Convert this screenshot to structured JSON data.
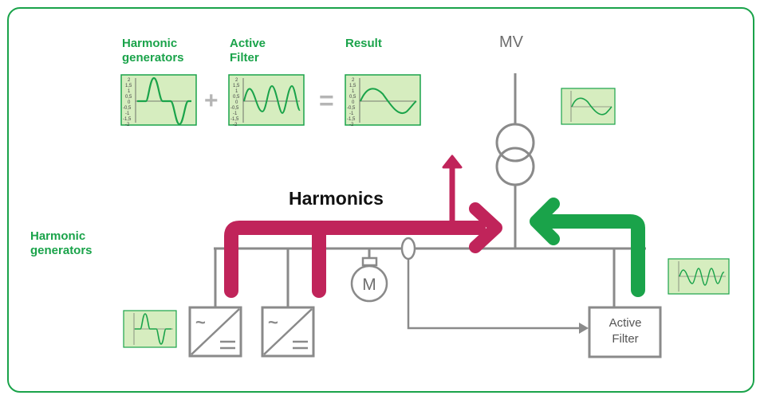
{
  "colors": {
    "frame": "#1aa34a",
    "label_green": "#1aa34a",
    "harmonics_arrow": "#c0245a",
    "filter_arrow": "#1aa34a",
    "line_gray": "#8a8a8a",
    "scope_bg": "#d6edbf",
    "wave": "#1aa34a"
  },
  "labels": {
    "harmonic_generators_top": "Harmonic\ngenerators",
    "active_filter_top": "Active\nFilter",
    "result": "Result",
    "mv": "MV",
    "harmonics": "Harmonics",
    "harmonic_generators_left": "Harmonic\ngenerators",
    "active_filter_box": "Active\nFilter",
    "motor": "M",
    "plus": "+",
    "equals": "=",
    "rectifier_ac": "~"
  },
  "scope_ticks": [
    "2",
    "1,5",
    "1",
    "0,5",
    "0",
    "-0,5",
    "-1",
    "-1,5",
    "-2"
  ],
  "icons": [
    "plus-icon",
    "equals-icon",
    "transformer-icon",
    "motor-icon",
    "rectifier-icon",
    "current-sensor-icon"
  ]
}
